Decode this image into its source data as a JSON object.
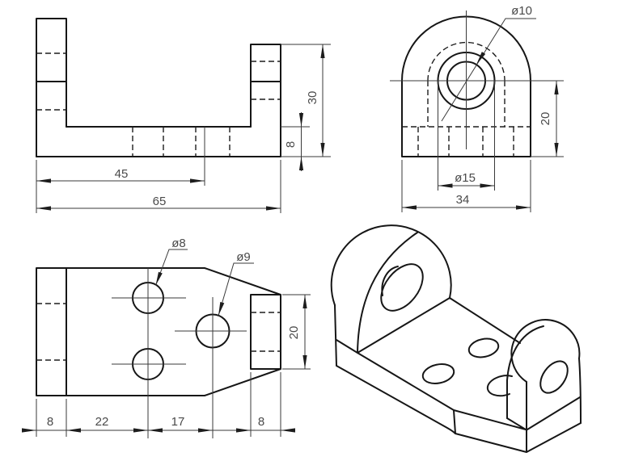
{
  "drawing": {
    "title": "bracket-orthographic-and-isometric-views",
    "background_color": "#ffffff",
    "outline_color": "#161616",
    "dim_line_color": "#3a3a3a",
    "text_color": "#4a4a4a",
    "views": {
      "front": {
        "name": "front-view",
        "dims": {
          "inner_width": "45",
          "overall_width": "65",
          "base_thickness": "8",
          "lug_height": "30"
        }
      },
      "side": {
        "name": "side-view",
        "dims": {
          "hole_diameter": "ø10",
          "boss_diameter": "ø15",
          "overall_depth": "34",
          "hole_center_height": "20"
        }
      },
      "top": {
        "name": "top-view",
        "dims": {
          "small_hole_diameter": "ø8",
          "large_hole_diameter": "ø9",
          "left_lug_thickness": "8",
          "hole_offset_1": "22",
          "hole_offset_2": "17",
          "right_lug_thickness": "8",
          "right_lug_width": "20"
        }
      },
      "isometric": {
        "name": "isometric-view"
      }
    }
  }
}
